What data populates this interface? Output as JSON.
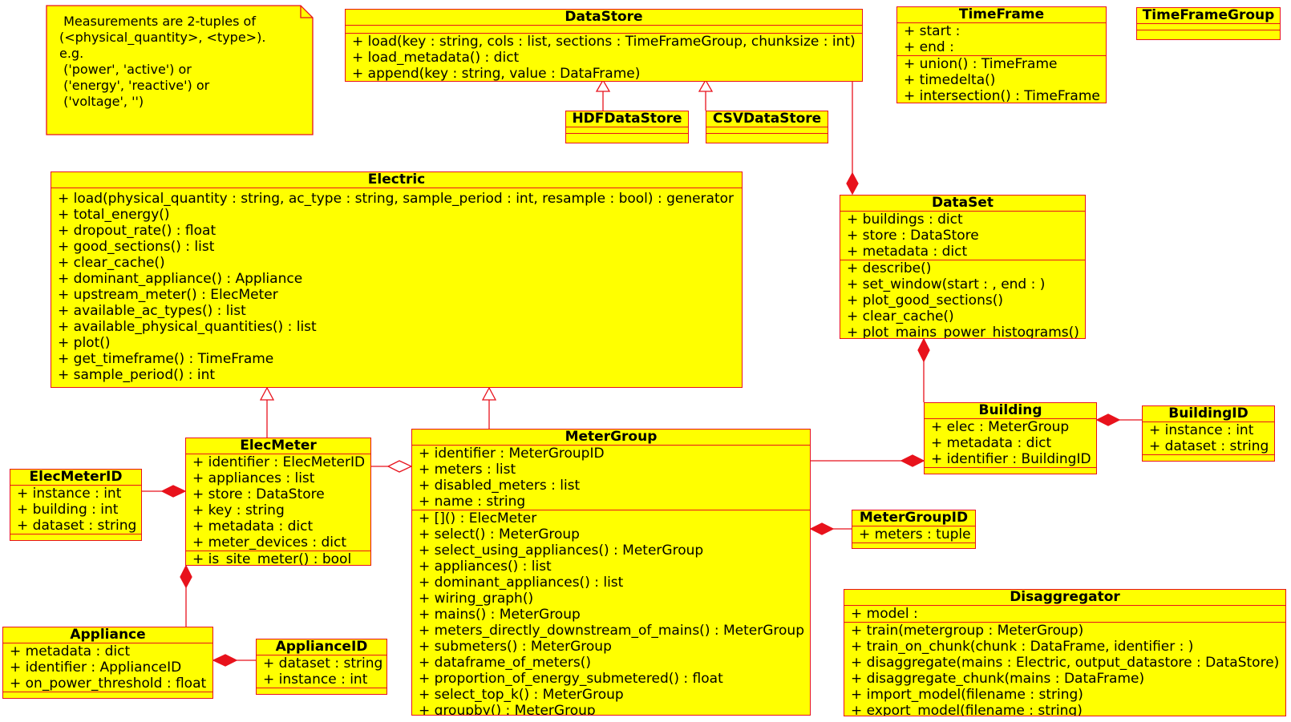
{
  "colors": {
    "fill": "#ffff00",
    "stroke": "#e8121c"
  },
  "note": {
    "lines": [
      " Measurements are 2-tuples of",
      "(<physical_quantity>, <type>).",
      "e.g.",
      " ('power', 'active') or",
      " ('energy', 'reactive') or",
      " ('voltage', '')"
    ]
  },
  "classes": {
    "datastore": {
      "name": "DataStore",
      "attributes": [],
      "methods": [
        "+ load(key : string, cols : list, sections : TimeFrameGroup, chunksize : int)",
        "+ load_metadata() : dict",
        "+ append(key : string, value : DataFrame)"
      ]
    },
    "timeframe": {
      "name": "TimeFrame",
      "attributes": [
        "+ start :",
        "+ end :"
      ],
      "methods": [
        "+ union() : TimeFrame",
        "+ timedelta()",
        "+ intersection() : TimeFrame"
      ]
    },
    "timeframegroup": {
      "name": "TimeFrameGroup",
      "attributes": [],
      "methods": []
    },
    "hdfdatastore": {
      "name": "HDFDataStore",
      "attributes": [],
      "methods": []
    },
    "csvdatastore": {
      "name": "CSVDataStore",
      "attributes": [],
      "methods": []
    },
    "electric": {
      "name": "Electric",
      "methods": [
        "+ load(physical_quantity : string, ac_type : string, sample_period : int, resample : bool) : generator",
        "+ total_energy()",
        "+ dropout_rate() : float",
        "+ good_sections() : list",
        "+ clear_cache()",
        "+ dominant_appliance() : Appliance",
        "+ upstream_meter() : ElecMeter",
        "+ available_ac_types() : list",
        "+ available_physical_quantities() : list",
        "+ plot()",
        "+ get_timeframe() : TimeFrame",
        "+ sample_period() : int"
      ]
    },
    "dataset": {
      "name": "DataSet",
      "attributes": [
        "+ buildings : dict",
        "+ store : DataStore",
        "+ metadata : dict"
      ],
      "methods": [
        "+ describe()",
        "+ set_window(start : , end : )",
        "+ plot_good_sections()",
        "+ clear_cache()",
        "+ plot_mains_power_histograms()"
      ]
    },
    "building": {
      "name": "Building",
      "attributes": [
        "+ elec : MeterGroup",
        "+ metadata : dict",
        "+ identifier : BuildingID"
      ]
    },
    "buildingid": {
      "name": "BuildingID",
      "attributes": [
        "+ instance : int",
        "+ dataset : string"
      ]
    },
    "elecmeter": {
      "name": "ElecMeter",
      "attributes": [
        "+ identifier : ElecMeterID",
        "+ appliances : list",
        "+ store : DataStore",
        "+ key : string",
        "+ metadata : dict",
        "+ meter_devices : dict"
      ],
      "methods": [
        "+ is_site_meter() : bool"
      ]
    },
    "elecmeterid": {
      "name": "ElecMeterID",
      "attributes": [
        "+ instance : int",
        "+ building : int",
        "+ dataset : string"
      ]
    },
    "metergroup": {
      "name": "MeterGroup",
      "attributes": [
        "+ identifier : MeterGroupID",
        "+ meters : list",
        "+ disabled_meters : list",
        "+ name : string"
      ],
      "methods": [
        "+ []() : ElecMeter",
        "+ select() : MeterGroup",
        "+ select_using_appliances() : MeterGroup",
        "+ appliances() : list",
        "+ dominant_appliances() : list",
        "+ wiring_graph()",
        "+ mains() : MeterGroup",
        "+ meters_directly_downstream_of_mains() : MeterGroup",
        "+ submeters() : MeterGroup",
        "+ dataframe_of_meters()",
        "+ proportion_of_energy_submetered() : float",
        "+ select_top_k() : MeterGroup",
        "+ groupby() : MeterGroup"
      ]
    },
    "metergroupid": {
      "name": "MeterGroupID",
      "attributes": [
        "+ meters : tuple"
      ]
    },
    "appliance": {
      "name": "Appliance",
      "attributes": [
        "+ metadata : dict",
        "+ identifier : ApplianceID",
        "+ on_power_threshold : float"
      ]
    },
    "applianceid": {
      "name": "ApplianceID",
      "attributes": [
        "+ dataset : string",
        "+ instance : int"
      ]
    },
    "disaggregator": {
      "name": "Disaggregator",
      "attributes": [
        "+ model :"
      ],
      "methods": [
        "+ train(metergroup : MeterGroup)",
        "+ train_on_chunk(chunk : DataFrame, identifier : )",
        "+ disaggregate(mains : Electric, output_datastore : DataStore)",
        "+ disaggregate_chunk(mains : DataFrame)",
        "+ import_model(filename : string)",
        "+ export_model(filename : string)"
      ]
    }
  }
}
